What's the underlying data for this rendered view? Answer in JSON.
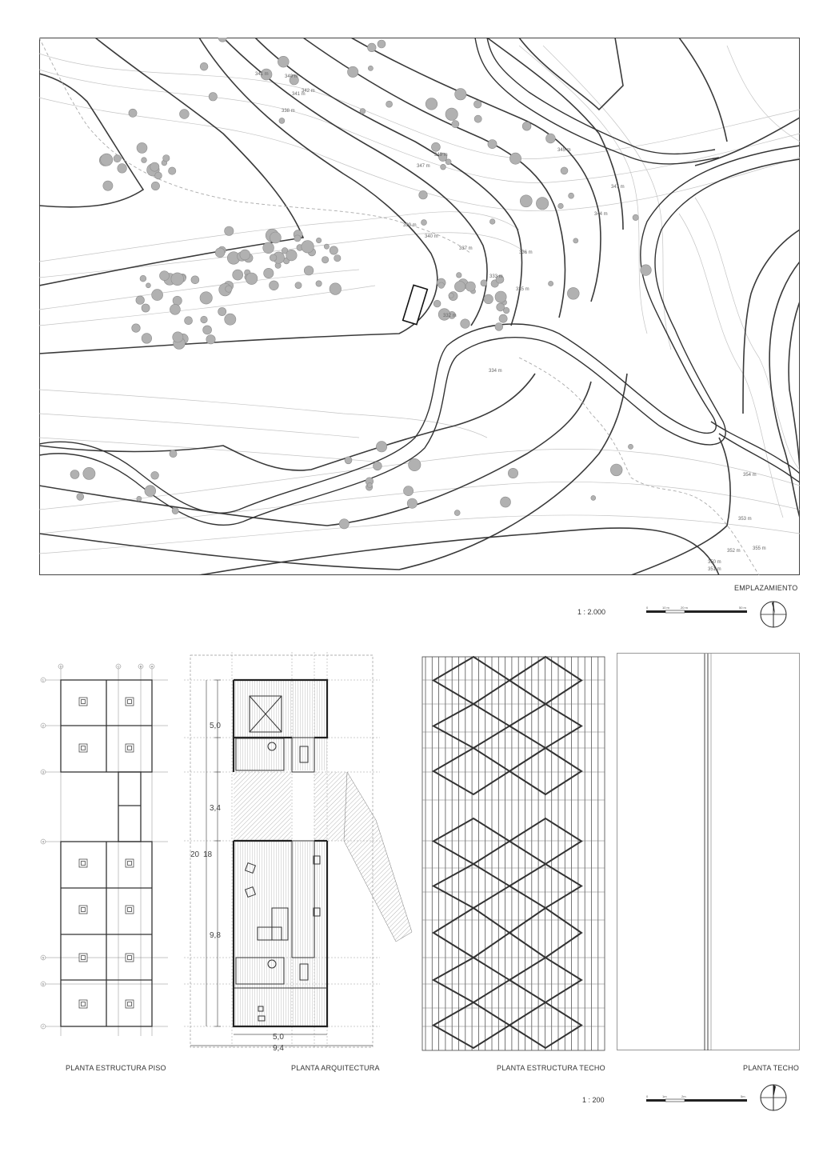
{
  "site_plan": {
    "title": "EMPLAZAMIENTO",
    "scale": "1 : 2.000",
    "scalebar_ticks": [
      "0",
      "10 m",
      "20 m",
      "50 m"
    ],
    "contour_labels": [
      "341 m",
      "340 m",
      "341 m",
      "342 m",
      "338 m",
      "349 m",
      "347 m",
      "345 m",
      "347 m",
      "344 m",
      "339 m",
      "340 m",
      "337 m",
      "336 m",
      "335 m",
      "333 m",
      "332 m",
      "334 m",
      "354 m",
      "353 m",
      "352 m",
      "355 m",
      "350 m",
      "351 m"
    ]
  },
  "plans": {
    "scale": "1 : 200",
    "scalebar_ticks": [
      "0",
      "1m",
      "2m",
      "5m"
    ],
    "structure_floor_title": "PLANTA ESTRUCTURA PISO",
    "architecture_title": "PLANTA ARQUITECTURA",
    "structure_roof_title": "PLANTA ESTRUCTURA TECHO",
    "roof_title": "PLANTA TECHO",
    "dimensions": {
      "top_room": "5,0",
      "gap": "3,4",
      "total_outer": "20",
      "total_inner": "18",
      "bottom_room": "9,8",
      "width_inner": "5,0",
      "width_outer": "9,4"
    },
    "grid_letters": [
      "D",
      "C",
      "B",
      "A"
    ],
    "grid_numbers": [
      "1",
      "2",
      "3",
      "4",
      "5",
      "6",
      "7"
    ]
  },
  "colors": {
    "line": "#333333",
    "contour": "#bdbdbd",
    "tree": "#a9a9a9",
    "hatch": "#9a9a9a"
  }
}
